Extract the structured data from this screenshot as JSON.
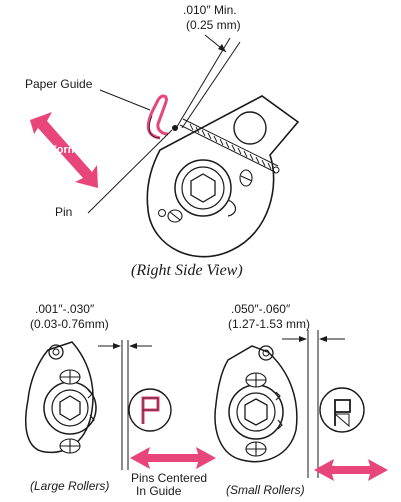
{
  "top": {
    "clearance_value": ".010″ Min.",
    "clearance_metric": "(0.25 mm)",
    "paper_guide_label": "Paper Guide",
    "form_label": "Form",
    "pin_label": "Pin",
    "caption": "(Right Side View)"
  },
  "bottom": {
    "large_gap_value": ".001″-.030″",
    "large_gap_metric": "(0.03-0.76mm)",
    "small_gap_value": ".050″-.060″",
    "small_gap_metric": "(1.27-1.53 mm)",
    "large_caption": "(Large Rollers)",
    "center_note_line1": "Pins Centered",
    "center_note_line2": "In Guide",
    "small_caption": "(Small Rollers)"
  },
  "colors": {
    "accent_magenta": "#e8457a",
    "line": "#1a1a1a",
    "background": "#ffffff"
  }
}
